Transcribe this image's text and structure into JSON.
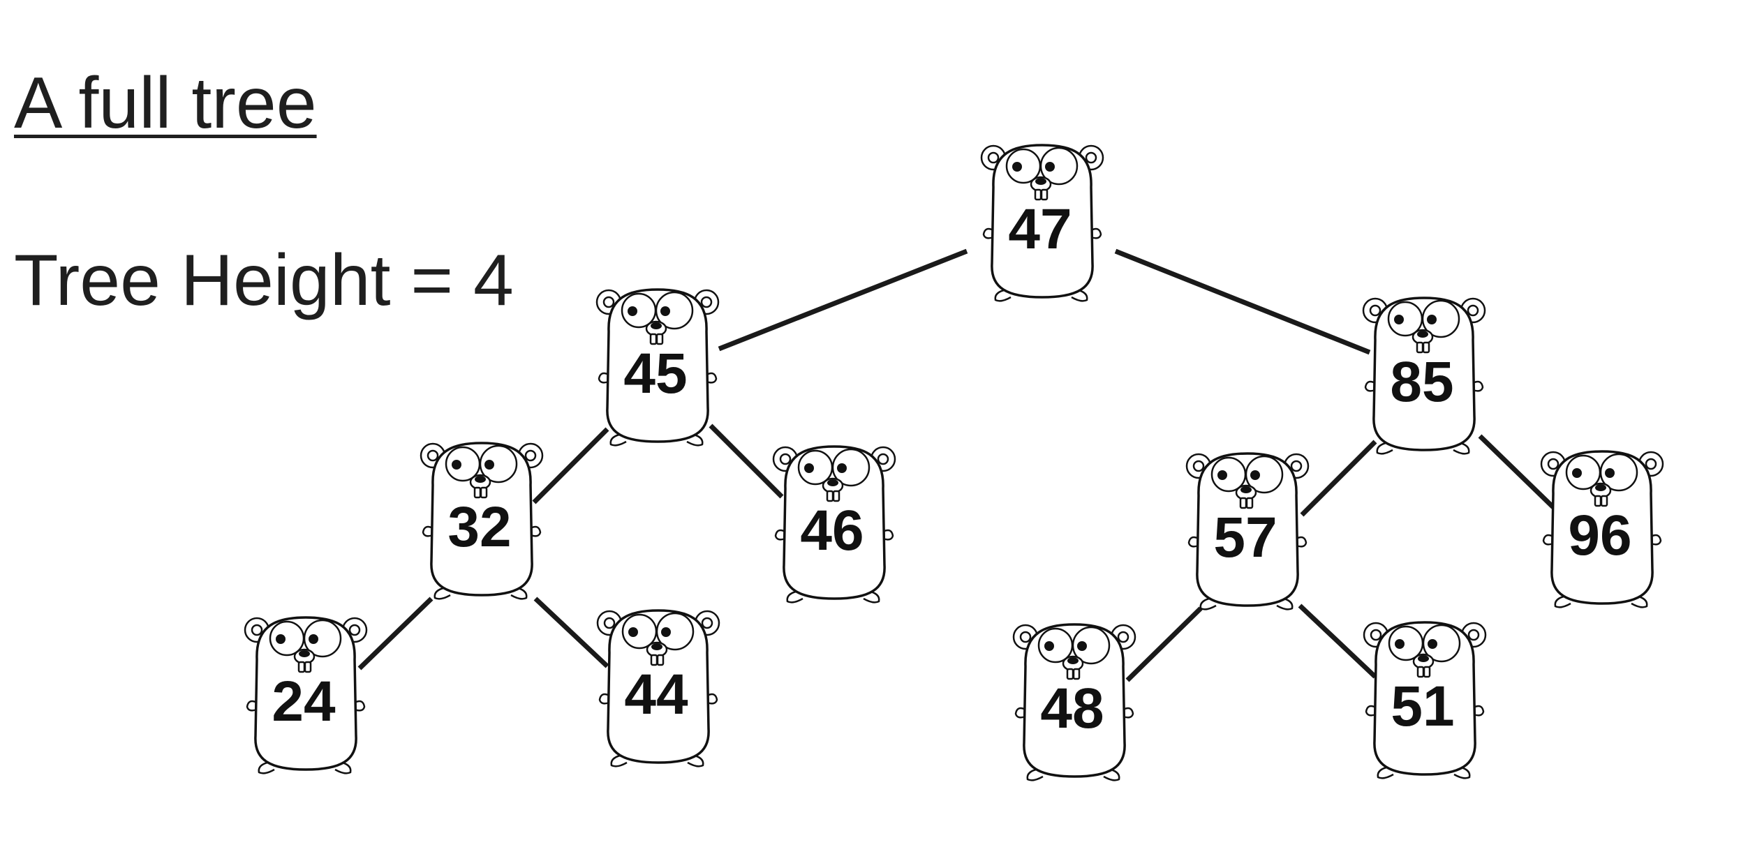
{
  "slide": {
    "title": "A full tree",
    "height_label": "Tree Height = 4"
  },
  "tree": {
    "nodes": [
      {
        "id": "n47",
        "value": "47"
      },
      {
        "id": "n45",
        "value": "45"
      },
      {
        "id": "n85",
        "value": "85"
      },
      {
        "id": "n32",
        "value": "32"
      },
      {
        "id": "n46",
        "value": "46"
      },
      {
        "id": "n57",
        "value": "57"
      },
      {
        "id": "n96",
        "value": "96"
      },
      {
        "id": "n24",
        "value": "24"
      },
      {
        "id": "n44",
        "value": "44"
      },
      {
        "id": "n48",
        "value": "48"
      },
      {
        "id": "n51",
        "value": "51"
      }
    ],
    "edges": [
      [
        "n47",
        "n45"
      ],
      [
        "n47",
        "n85"
      ],
      [
        "n45",
        "n32"
      ],
      [
        "n45",
        "n46"
      ],
      [
        "n85",
        "n57"
      ],
      [
        "n85",
        "n96"
      ],
      [
        "n32",
        "n24"
      ],
      [
        "n32",
        "n44"
      ],
      [
        "n57",
        "n48"
      ],
      [
        "n57",
        "n51"
      ]
    ]
  }
}
